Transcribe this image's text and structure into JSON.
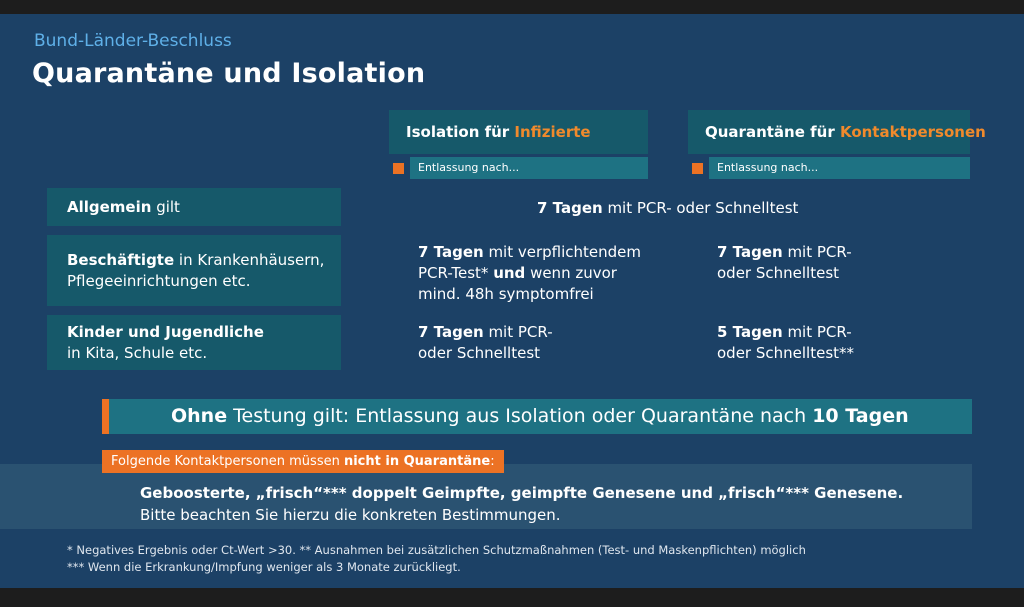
{
  "header": {
    "pretitle": "Bund-Länder-Beschluss",
    "title": "Quarantäne und Isolation"
  },
  "columns": [
    {
      "label_prefix": "Isolation für ",
      "label_accent": "Infizierte",
      "sub": "Entlassung nach..."
    },
    {
      "label_prefix": "Quarantäne für ",
      "label_accent": "Kontaktpersonen",
      "sub": "Entlassung nach..."
    }
  ],
  "rows": {
    "allgemein": {
      "label_bold": "Allgemein",
      "label_rest": " gilt",
      "span_bold": "7 Tagen",
      "span_rest": " mit PCR- oder Schnelltest"
    },
    "beschaeftigte": {
      "label_bold": "Beschäftigte",
      "label_rest": " in Krankenhäusern,",
      "label_line2": "Pflegeeinrichtungen etc.",
      "iso_bold": "7 Tagen",
      "iso_rest1": " mit verpflichtendem",
      "iso_line2a": "PCR-Test* ",
      "iso_line2b": "und",
      "iso_line2c": " wenn zuvor",
      "iso_line3": "mind. 48h symptomfrei",
      "qua_bold": "7 Tagen",
      "qua_rest1": " mit PCR-",
      "qua_line2": "oder Schnelltest"
    },
    "kinder": {
      "label_line1": "Kinder und Jugendliche",
      "label_line2": "in Kita, Schule etc.",
      "iso_bold": "7 Tagen",
      "iso_rest1": " mit PCR-",
      "iso_line2": "oder Schnelltest",
      "qua_bold": "5 Tagen",
      "qua_rest1": " mit PCR-",
      "qua_line2": "oder Schnelltest**"
    }
  },
  "banner": {
    "bold1": "Ohne",
    "text": " Testung gilt: Entlassung aus Isolation oder Quarantäne nach ",
    "bold2": "10 Tagen"
  },
  "notice": {
    "tag_prefix": "Folgende Kontaktpersonen müssen ",
    "tag_bold": "nicht in Quarantäne",
    "tag_suffix": ":",
    "line1": "Geboosterte, „frisch“*** doppelt Geimpfte, geimpfte Genesene und „frisch“*** Genesene.",
    "line2": "Bitte beachten Sie hierzu die konkreten Bestimmungen."
  },
  "footnotes": [
    "* Negatives Ergebnis oder Ct-Wert >30.  ** Ausnahmen bei zusätzlichen Schutzmaßnahmen (Test- und Maskenpflichten) möglich",
    "*** Wenn die Erkrankung/Impfung weniger als 3 Monate zurückliegt."
  ],
  "colors": {
    "background": "#1c4166",
    "teal_dark": "#16596a",
    "teal_light": "#1e7283",
    "accent_orange": "#ec7224",
    "title_blue": "#5fb0e8"
  }
}
